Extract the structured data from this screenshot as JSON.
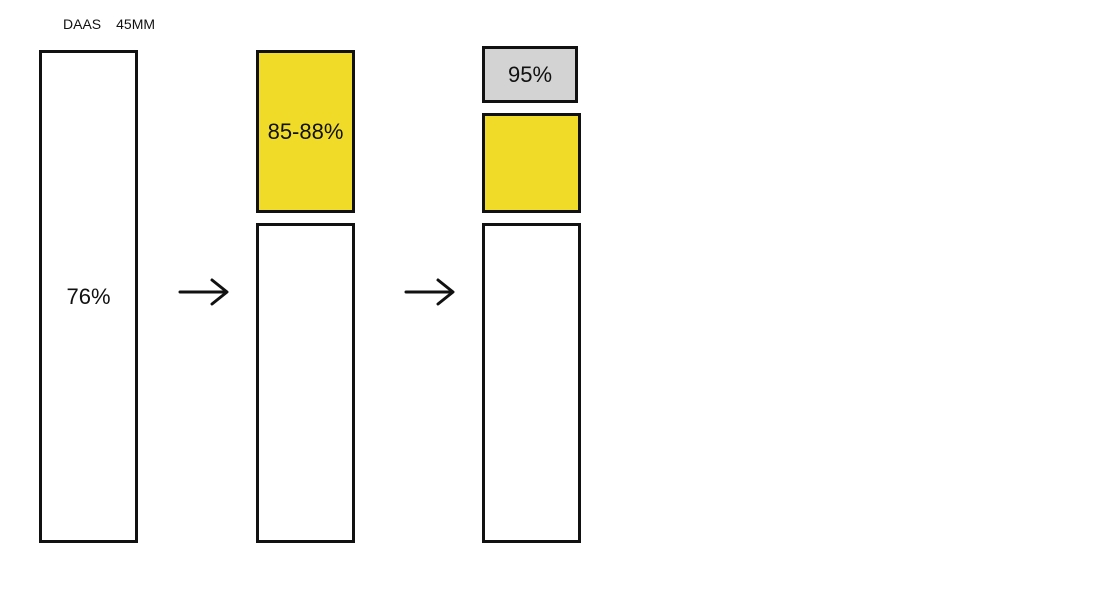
{
  "header": {
    "name": "DAAS",
    "size": "45MM"
  },
  "stages": [
    {
      "label": "76%",
      "base_color": "#ffffff"
    },
    {
      "label": "85-88%",
      "base_color": "#ffffff",
      "upper_color": "#f0dc28"
    },
    {
      "label": "95%",
      "base_color": "#ffffff",
      "upper_color": "#f0dc28",
      "top_color": "#d3d3d3"
    }
  ],
  "colors": {
    "outline": "#111111",
    "highlight_yellow": "#f0dc28",
    "cap_gray": "#d3d3d3"
  }
}
